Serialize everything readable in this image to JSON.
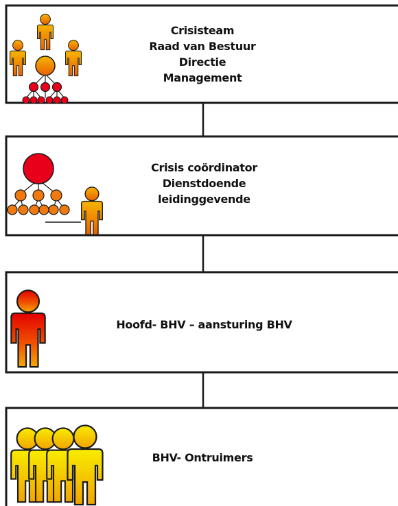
{
  "diagram": {
    "levels": [
      {
        "lines": [
          "Crisisteam",
          "Raad van Bestuur",
          "Directie",
          "Management"
        ],
        "icon": "executive-hierarchy-icon"
      },
      {
        "lines": [
          "Crisis coördinator",
          "Dienstdoende",
          "leidinggevende"
        ],
        "icon": "coordinator-hierarchy-icon"
      },
      {
        "lines": [
          "Hoofd- BHV – aansturing BHV"
        ],
        "icon": "head-bhv-person-icon"
      },
      {
        "lines": [
          "BHV- Ontruimers"
        ],
        "icon": "bhv-group-icon"
      }
    ],
    "colors": {
      "border": "#1a1a1a",
      "red": "#e60000",
      "orange": "#f5a000",
      "yellow": "#f5e000",
      "dark_orange": "#e55a00"
    }
  }
}
